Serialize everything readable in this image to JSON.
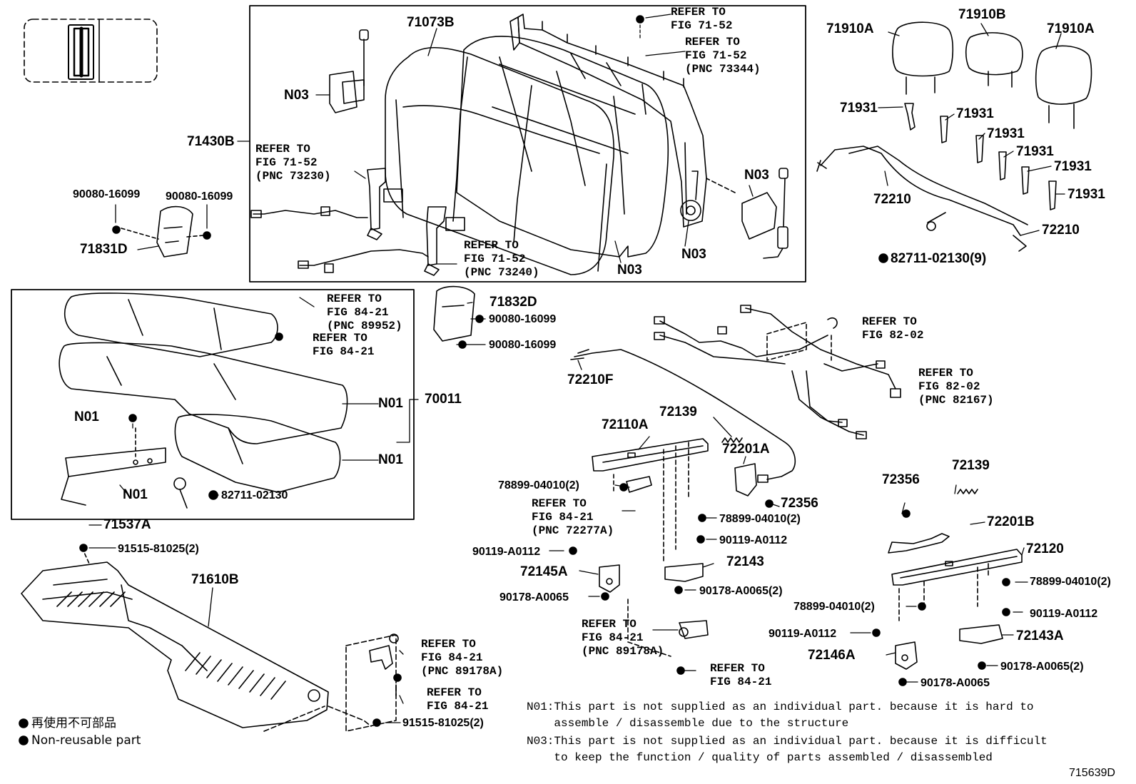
{
  "diagram_code": "715639D",
  "legend": [
    {
      "symbol": "●",
      "text": "再使用不可部品"
    },
    {
      "symbol": "●",
      "text": "Non-reusable part"
    }
  ],
  "notes": [
    {
      "code": "N01",
      "line1": "N01:This part is not supplied as an individual part. because it is hard to",
      "line2": "    assemble / disassemble due to the structure"
    },
    {
      "code": "N03",
      "line1": "N03:This part is not supplied as an individual part. because it is difficult",
      "line2": "    to keep the function / quality of parts assembled / disassembled"
    }
  ],
  "part_labels": [
    "71073B",
    "N03",
    "71430B",
    "N03",
    "N03",
    "N03",
    "71910A",
    "71910B",
    "71910A",
    "71931",
    "71931",
    "71931",
    "71931",
    "71931",
    "71931",
    "72210",
    "72210",
    "82711-02130(9)",
    "90080-16099",
    "90080-16099",
    "71831D",
    "71832D",
    "90080-16099",
    "90080-16099",
    "72210F",
    "N01",
    "70011",
    "N01",
    "N01",
    "N01",
    "82711-02130",
    "71537A",
    "91515-81025(2)",
    "71610B",
    "91515-81025(2)",
    "72110A",
    "72139",
    "72201A",
    "78899-04010(2)",
    "72356",
    "78899-04010(2)",
    "90119-A0112",
    "90119-A0112",
    "72143",
    "72145A",
    "90178-A0065",
    "90178-A0065(2)",
    "72356",
    "72139",
    "72201B",
    "72120",
    "78899-04010(2)",
    "78899-04010(2)",
    "90119-A0112",
    "90119-A0112",
    "72143A",
    "72146A",
    "90178-A0065(2)",
    "90178-A0065"
  ],
  "refs": [
    {
      "line1": "REFER TO",
      "line2": "FIG 71-52",
      "line3": ""
    },
    {
      "line1": "REFER TO",
      "line2": "FIG 71-52",
      "line3": "(PNC 73344)"
    },
    {
      "line1": "REFER TO",
      "line2": "FIG 71-52",
      "line3": "(PNC 73230)"
    },
    {
      "line1": "REFER TO",
      "line2": "FIG 71-52",
      "line3": "(PNC 73240)"
    },
    {
      "line1": "REFER TO",
      "line2": "FIG 84-21",
      "line3": "(PNC 89952)"
    },
    {
      "line1": "REFER TO",
      "line2": "FIG 84-21",
      "line3": ""
    },
    {
      "line1": "REFER TO",
      "line2": "FIG 82-02",
      "line3": ""
    },
    {
      "line1": "REFER TO",
      "line2": "FIG 82-02",
      "line3": "(PNC 82167)"
    },
    {
      "line1": "REFER TO",
      "line2": "FIG 84-21",
      "line3": "(PNC 72277A)"
    },
    {
      "line1": "REFER TO",
      "line2": "FIG 84-21",
      "line3": "(PNC 89178A)"
    },
    {
      "line1": "REFER TO",
      "line2": "FIG 84-21",
      "line3": ""
    },
    {
      "line1": "REFER TO",
      "line2": "FIG 84-21",
      "line3": "(PNC 89178A)"
    },
    {
      "line1": "REFER TO",
      "line2": "FIG 84-21",
      "line3": ""
    }
  ]
}
